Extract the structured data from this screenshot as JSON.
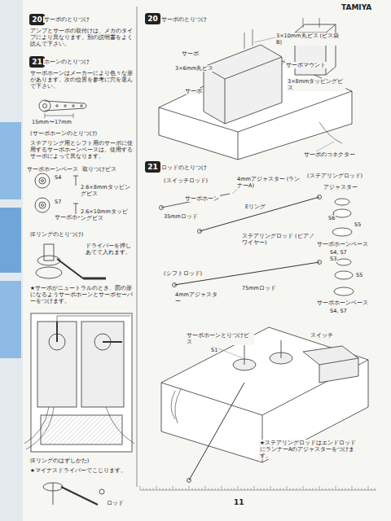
{
  "diagram": {
    "nodes": [
      {
        "text": [
          "20"
        ]
      },
      {
        "text": [
          "21"
        ]
      },
      {
        "text": [
          "20"
        ]
      },
      {
        "text": [
          "21"
        ]
      }
    ],
    "labels": [
      "TAMIYA",
      "サーボのとりつけ",
      "アンプとサーボの取付けは、メカのタイプにより異なります。別の説明書をよく読んで下さい。",
      "ホーンのとりつけ",
      "サーボホーンはメーカーにより色々な形があります。次の位置を参考に穴を選んで下さい。",
      "15mm〜17mm",
      "(サーボホーンのとりつけ)",
      "ステアリング用とシフト用のサーボに使用するサーボホーンベースは、使用するサーボによって異なります。",
      "サーボホーンベース",
      "取りつけビス",
      "S4",
      "2.6×8mmタッピングビス",
      "S7",
      "サーボホーン",
      "2.6×10mmタッピングビス",
      "(Eリングのとりつけ)",
      "ドライバーを押しあてて入れます。",
      "★サーボがニュートラルのとき、図の形になるようサーボホーンとサーボセーバーをつけます。",
      "(Eリングのはずしかた)",
      "★マイナスドライバーでこじります。",
      "ロッド",
      "サーボのとりつけ",
      "3×10mm丸ビス (ビス袋B)",
      "サーボ",
      "3×6mm丸ビス",
      "サーボ",
      "サーボマウント",
      "3×8mmタッピングビス",
      "サーボのコネクター",
      "ロッドのとりつけ",
      "(スイッチロッド)",
      "(ステアリングロッド)",
      "4mmアジャスター (ランナーA)",
      "サーボホーン",
      "Eリング",
      "35mmロッド",
      "アジャスター",
      "S6",
      "S5",
      "サーボホーンベース",
      "S4, S7",
      "ステアリングロッド (ピアノワイヤー)",
      "(シフトロッド)",
      "4mmアジャスター",
      "75mmロッド",
      "S3",
      "S5",
      "サーボホーンベース",
      "S4, S7",
      "サーボホーンとりつけビス",
      "S1",
      "スイッチ",
      "★ステアリングロッドはエンドロッドにランナーAのアジャスターをつけます。",
      "11"
    ]
  }
}
